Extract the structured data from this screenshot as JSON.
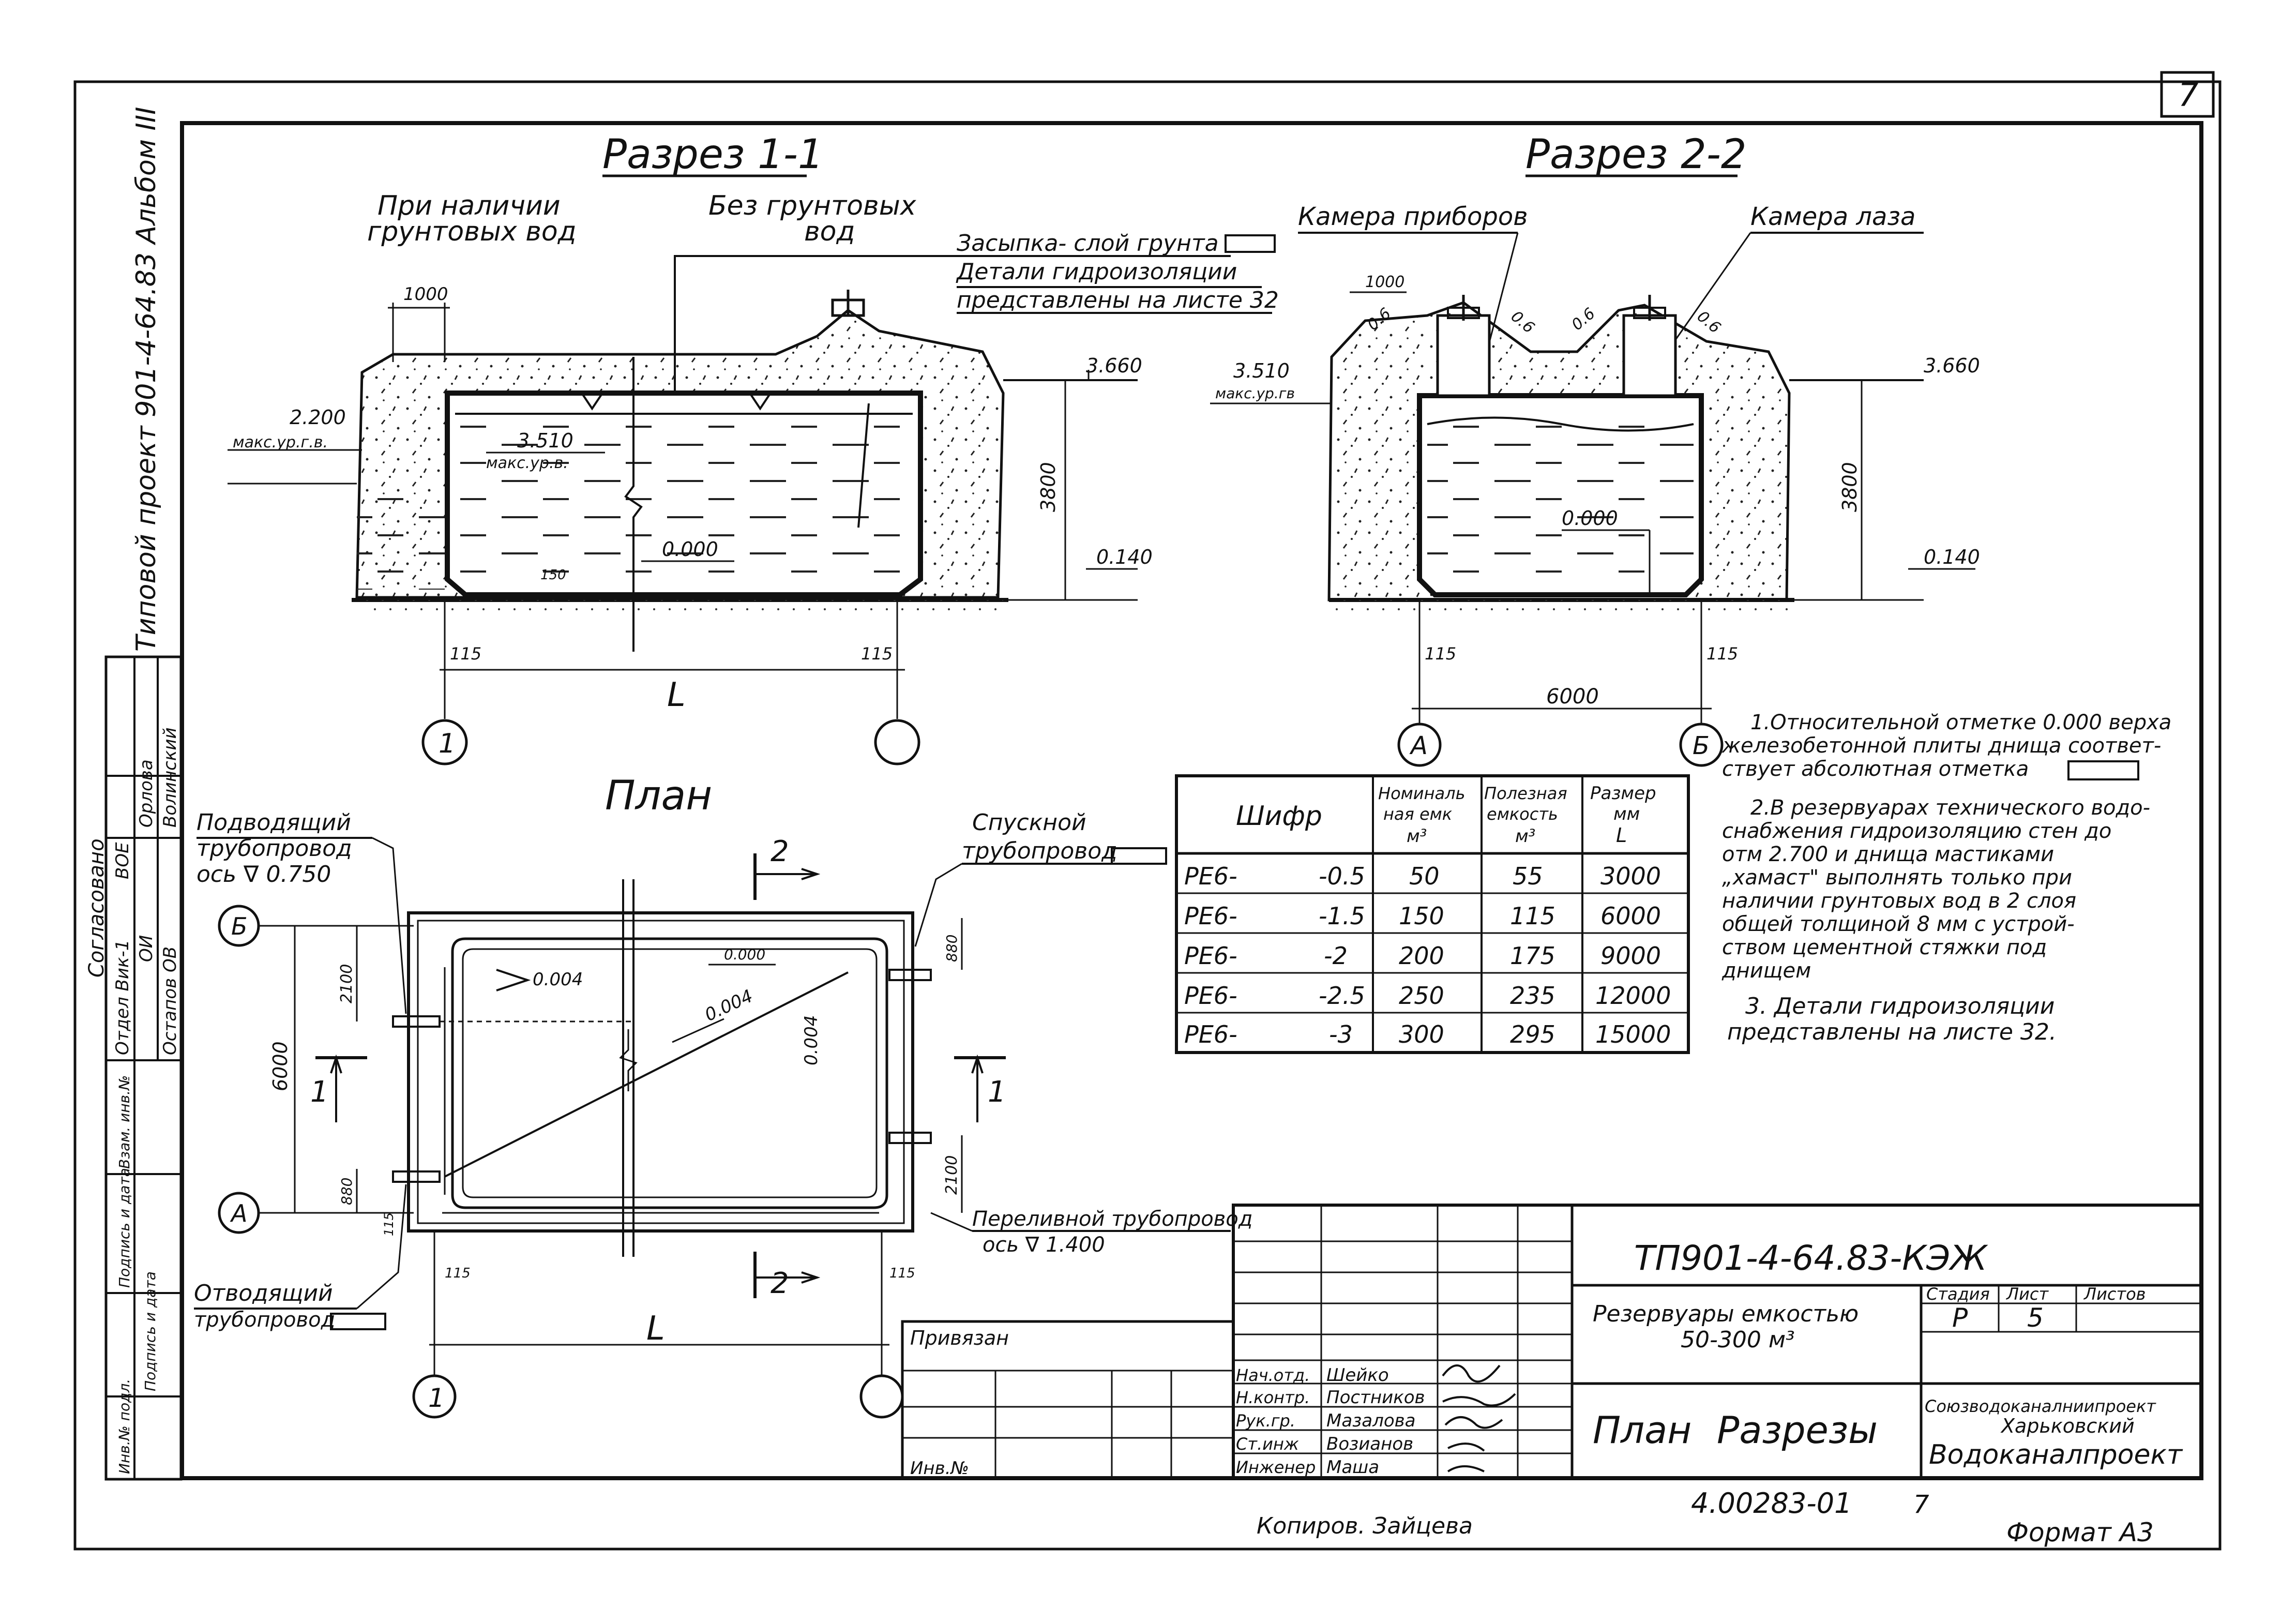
{
  "sheet_number": "7",
  "side_stamp": "Типовой проект 901-4-64.83 Альбом III",
  "approval_block": {
    "title": "Согласовано",
    "rows": [
      {
        "dept": "Отдел Вик-1",
        "role": "ВОЕ"
      },
      {
        "dept": "ОИ",
        "role": "Орлова"
      },
      {
        "dept": "Остапов ОВ",
        "role": "Волинский"
      }
    ]
  },
  "left_stamps": [
    "Взам. инв.№",
    "Подпись и дата",
    "Инв.№ подл.",
    "Подпись и дата"
  ],
  "section_1": {
    "title": "Разрез 1-1",
    "with_ground_water": "При наличии грунтовых вод",
    "without_ground_water": "Без грунтовых вод",
    "backfill": "Засыпка- слой грунта",
    "waterproof_detail_1": "Детали гидроизоляции",
    "waterproof_detail_2": "представлены на листе 32",
    "dim_1000": "1000",
    "level_top": "3.660",
    "level_2200": "2.200",
    "max_gw": "макс.ур.г.в.",
    "level_3510": "3.510",
    "max_water": "макс.ур.в.",
    "height": "3800",
    "level_zero": "0.000",
    "level_bottom": "0.140",
    "dim_115a": "115",
    "dim_115b": "115",
    "span": "L",
    "axis_1": "1",
    "dim_150": "150"
  },
  "section_2": {
    "title": "Разрез 2-2",
    "device_chamber": "Камера приборов",
    "manhole_chamber": "Камера лаза",
    "dim_1000": "1000",
    "slope": "0.6",
    "level_3510": "3.510",
    "max_gw": "макс.ур.гв",
    "level_top": "3.660",
    "height": "3800",
    "level_zero": "0.000",
    "level_bottom": "0.140",
    "dim_115a": "115",
    "dim_115b": "115",
    "span": "6000",
    "axis_a": "А",
    "axis_b": "Б"
  },
  "plan": {
    "title": "План",
    "inlet_1": "Подводящий",
    "inlet_2": "трубопровод",
    "inlet_axis": "ось ∇ 0.750",
    "drain_1": "Спускной",
    "drain_2": "трубопровод",
    "overflow_1": "Переливной трубопровод",
    "overflow_2": "ось ∇ 1.400",
    "outlet_1": "Отводящий",
    "outlet_2": "трубопровод",
    "slope_1": "0.004",
    "slope_2": "0.004",
    "slope_3": "0.004",
    "level": "0.000",
    "dim_6000": "6000",
    "dim_2100a": "2100",
    "dim_2100b": "2100",
    "dim_880a": "880",
    "dim_880b": "880",
    "dim_115": "115",
    "span": "L",
    "cut_1": "1",
    "cut_2": "2",
    "axis_a": "А",
    "axis_b": "Б",
    "axis_1": "1"
  },
  "table": {
    "headers": [
      "Шифр",
      "Номиналь ная емк м³",
      "Полезная емкость м³",
      "Размер мм L"
    ],
    "rows": [
      [
        "РЕ6-",
        "-0.5",
        "50",
        "55",
        "3000"
      ],
      [
        "РЕ6-",
        "-1.5",
        "150",
        "115",
        "6000"
      ],
      [
        "РЕ6-",
        "-2",
        "200",
        "175",
        "9000"
      ],
      [
        "РЕ6-",
        "-2.5",
        "250",
        "235",
        "12000"
      ],
      [
        "РЕ6-",
        "-3",
        "300",
        "295",
        "15000"
      ]
    ]
  },
  "notes": [
    "1.Относительной отметке 0.000 верха",
    "железобетонной плиты днища соответ-",
    "ствует абсолютная отметка",
    "2.В резервуарах технического водо-",
    "снабжения гидроизоляцию стен до",
    "отм 2.700 и днища мастиками",
    "„хамаст\" выполнять только при",
    "наличии грунтовых вод в 2 слоя",
    "общей толщиной 8 мм с устрой-",
    "ством цементной стяжки под",
    "днищем",
    "3. Детали гидроизоляции",
    "представлены на листе 32."
  ],
  "title_block": {
    "doc_code": "ТП901-4-64.83-КЭЖ",
    "binding": "Привязан",
    "inv": "Инв.№",
    "roles": [
      "Нач.отд.",
      "Н.контр.",
      "Рук.гр.",
      "Ст.инж",
      "Инженер"
    ],
    "names": [
      "Шейко",
      "Постников",
      "Мазалова",
      "Возианов",
      "Маша"
    ],
    "object": "Резервуары емкостью 50-300 м³",
    "stage_label": "Стадия",
    "sheet_label": "Лист",
    "sheets_label": "Листов",
    "stage": "Р",
    "sheet": "5",
    "drawing": "План Разрезы",
    "org_1": "Союзводоканалниипроект",
    "org_2": "Харьковский",
    "org_3": "Водоканалпроект"
  },
  "footer": {
    "code": "4.00283-01",
    "num": "7",
    "copied": "Копиров. Зайцева",
    "format": "Формат А3"
  }
}
